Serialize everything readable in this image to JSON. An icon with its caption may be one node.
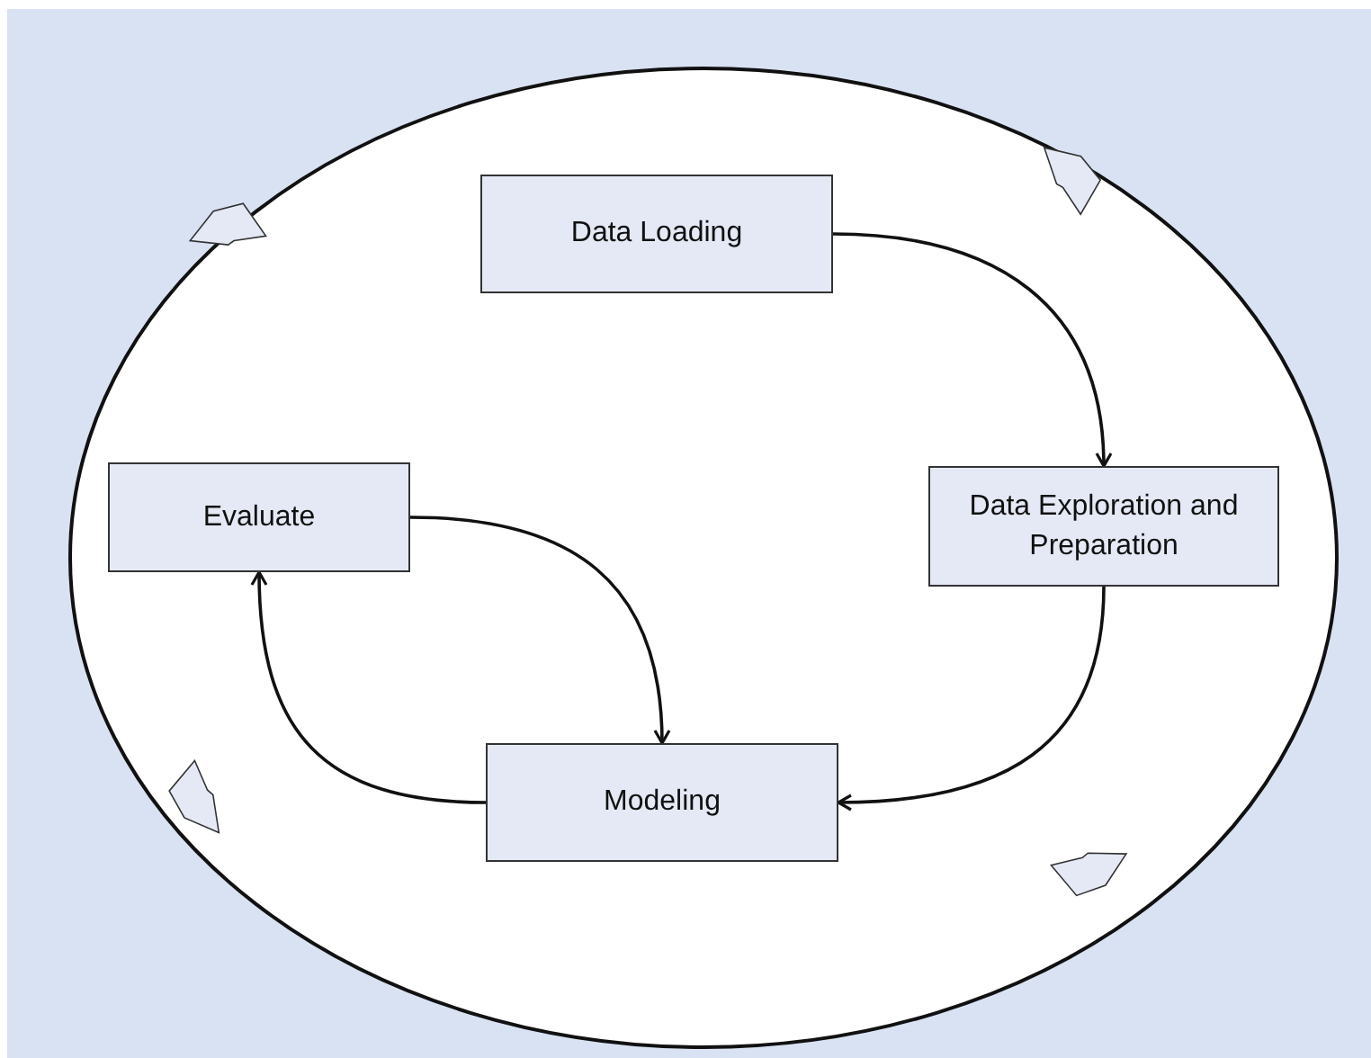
{
  "diagram": {
    "nodes": [
      {
        "text": [
          "Data Loading"
        ]
      },
      {
        "text": [
          "Data Exploration and Preparation"
        ]
      },
      {
        "text": [
          "Evaluate"
        ]
      },
      {
        "text": [
          "Modeling"
        ]
      }
    ],
    "edges": [
      {
        "from": 0,
        "to": 1,
        "arrow": "to"
      },
      {
        "from": 1,
        "to": 3,
        "arrow": "to"
      },
      {
        "from": 2,
        "to": 3,
        "arrow": "to"
      },
      {
        "from": 3,
        "to": 2,
        "arrow": "to"
      }
    ]
  }
}
